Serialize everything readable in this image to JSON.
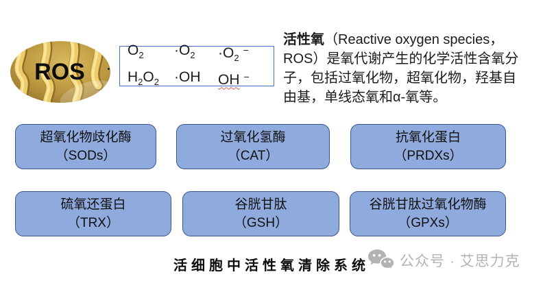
{
  "ros": {
    "label": "ROS"
  },
  "formulas": [
    [
      {
        "k": "t",
        "v": "O"
      },
      {
        "k": "sub",
        "v": "2"
      }
    ],
    [
      {
        "k": "t",
        "v": "·O"
      },
      {
        "k": "sub",
        "v": "2"
      }
    ],
    [
      {
        "k": "t",
        "v": "·O"
      },
      {
        "k": "sub",
        "v": "2"
      },
      {
        "k": "sup",
        "v": "−"
      }
    ],
    [
      {
        "k": "t",
        "v": "H"
      },
      {
        "k": "sub",
        "v": "2"
      },
      {
        "k": "t",
        "v": "O"
      },
      {
        "k": "sub",
        "v": "2"
      }
    ],
    [
      {
        "k": "t",
        "v": "·OH"
      }
    ],
    [
      {
        "k": "t",
        "v": "OH",
        "wavy": true
      },
      {
        "k": "sup",
        "v": "−"
      }
    ]
  ],
  "intro": {
    "lead": "活性氧",
    "line1_rest": "（Reactive oxygen species，",
    "line2": "ROS）是氧代谢产生的化学活性含氧分",
    "line3": "子，包括过氧化物，超氧化物，羟基自",
    "line4": "由基，单线态氧和α-氧等。"
  },
  "enzymes": [
    {
      "name": "超氧化物歧化酶",
      "abbr": "（SODs）"
    },
    {
      "name": "过氧化氢酶",
      "abbr": "（CAT）"
    },
    {
      "name": "抗氧化蛋白",
      "abbr": "（PRDXs）"
    },
    {
      "name": "硫氧还蛋白",
      "abbr": "（TRX）"
    },
    {
      "name": "谷胱甘肽",
      "abbr": "（GSH）"
    },
    {
      "name": "谷胱甘肽过氧化物酶",
      "abbr": "（GPXs）"
    }
  ],
  "caption": "活细胞中活性氧清除系统",
  "watermark": {
    "icon": "wechat-icon",
    "text": "公众号 · 艾思力克"
  },
  "colors": {
    "enzyme_box_fill": "#8FAADC",
    "enzyme_box_border": "#39568F",
    "formula_box_border": "#4472C4",
    "watermark_gray": "#b3b3b3",
    "mitochondria_gold": "#C2A04A",
    "mitochondria_tube": "#EFCB67"
  }
}
